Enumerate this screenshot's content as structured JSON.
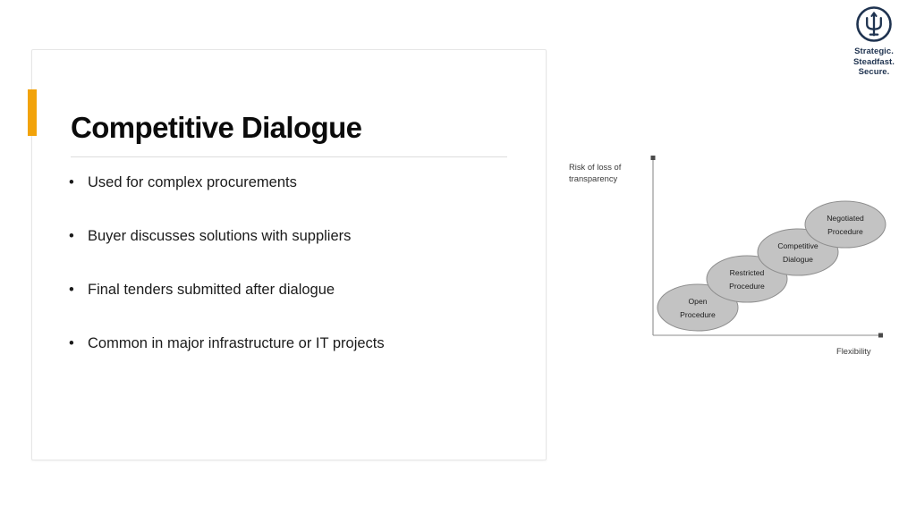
{
  "brand": {
    "logo_icon": "trident-psi-circle-icon",
    "logo_color": "#1f3350",
    "tagline_lines": [
      "Strategic.",
      "Steadfast.",
      "Secure."
    ]
  },
  "slide": {
    "title": "Competitive Dialogue",
    "accent_color": "#f2a30a",
    "bullet_marker": "•",
    "bullets": [
      "Used for complex procurements",
      "Buyer discusses solutions with suppliers",
      "Final tenders submitted after dialogue",
      "Common in major infrastructure or IT projects"
    ]
  },
  "chart_data": {
    "type": "scatter",
    "title": "",
    "xlabel": "Flexibility",
    "ylabel_lines": [
      "Risk of loss of",
      "transparency"
    ],
    "grid": false,
    "legend": "none",
    "axis_style": "two-axis arrows, unlabelled ordinal scale",
    "xlim": [
      0,
      10
    ],
    "ylim": [
      0,
      10
    ],
    "node_fill": "#c3c3c3",
    "node_stroke": "#8e8e8e",
    "points": [
      {
        "label_lines": [
          "Open",
          "Procedure"
        ],
        "name": "Open Procedure",
        "x": 1.8,
        "y": 1.3,
        "rx": 45,
        "ry": 26
      },
      {
        "label_lines": [
          "Restricted",
          "Procedure"
        ],
        "name": "Restricted Procedure",
        "x": 3.9,
        "y": 3.2,
        "rx": 45,
        "ry": 26
      },
      {
        "label_lines": [
          "Competitive",
          "Dialogue"
        ],
        "name": "Competitive Dialogue",
        "x": 6.1,
        "y": 5.3,
        "rx": 45,
        "ry": 26
      },
      {
        "label_lines": [
          "Negotiated",
          "Procedure"
        ],
        "name": "Negotiated Procedure",
        "x": 8.2,
        "y": 7.3,
        "rx": 45,
        "ry": 26
      }
    ]
  }
}
